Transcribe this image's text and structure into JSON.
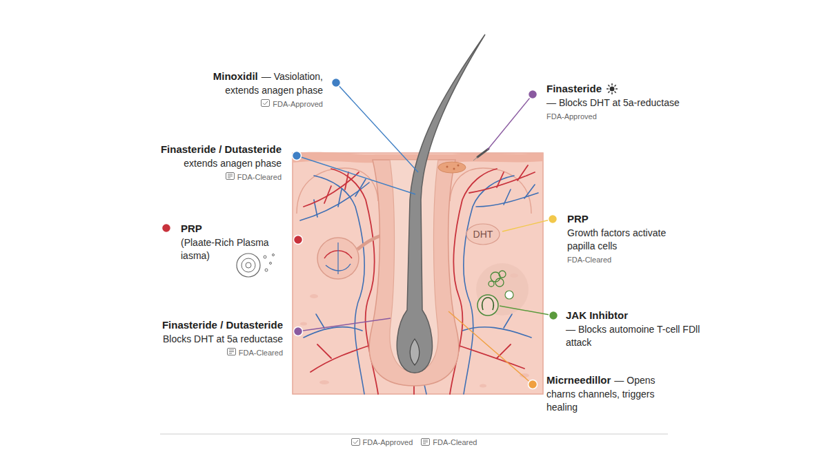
{
  "diagram": {
    "nodes": [
      {
        "text": [
          "DHT"
        ]
      }
    ],
    "labels": [
      "Minoxidil",
      "— Vasiolation, extends anagen phase",
      "FDA-Approved",
      "Finasteride",
      "— Blocks DHT at 5a-reductase",
      "FDA-Approved",
      "Finasteride / Dutasteride",
      "extends anagen phase",
      "FDA-Cleared",
      "PRP",
      "(Plaate-Rich Plasma iasma)",
      "PRP",
      "Growth factors activate papilla cells",
      "FDA-Cleared",
      "JAK Inhibtor",
      "— Blocks automoine T-cell FDll attack",
      "Finasteride / Dutasteride",
      "Blocks DHT at 5a reductase",
      "FDA-Cleared",
      "Micrneedillor",
      "— Opens charns channels, triggers healing"
    ],
    "legend": [
      {
        "text": "FDA-Approved"
      },
      {
        "text": "FDA-Cleared"
      }
    ]
  }
}
